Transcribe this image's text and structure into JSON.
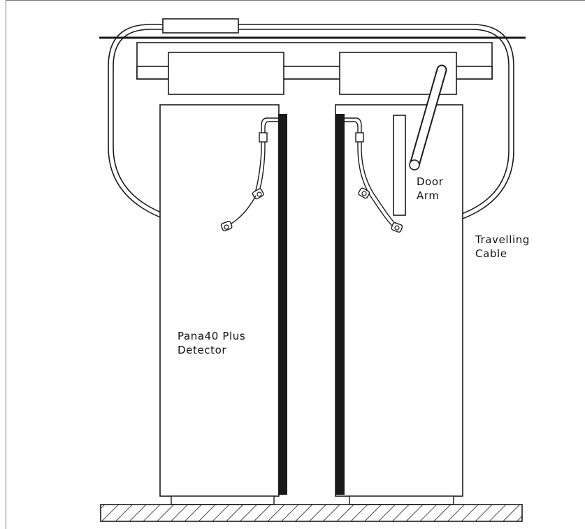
{
  "diagram": {
    "labels": {
      "door_arm_line1": "Door",
      "door_arm_line2": "Arm",
      "travelling_cable_line1": "Travelling",
      "travelling_cable_line2": "Cable",
      "detector_line1": "Pana40 Plus",
      "detector_line2": "Detector"
    },
    "colors": {
      "line": "#1a1a1a",
      "background": "#ffffff",
      "detector_strip": "#1a1a1a"
    }
  }
}
